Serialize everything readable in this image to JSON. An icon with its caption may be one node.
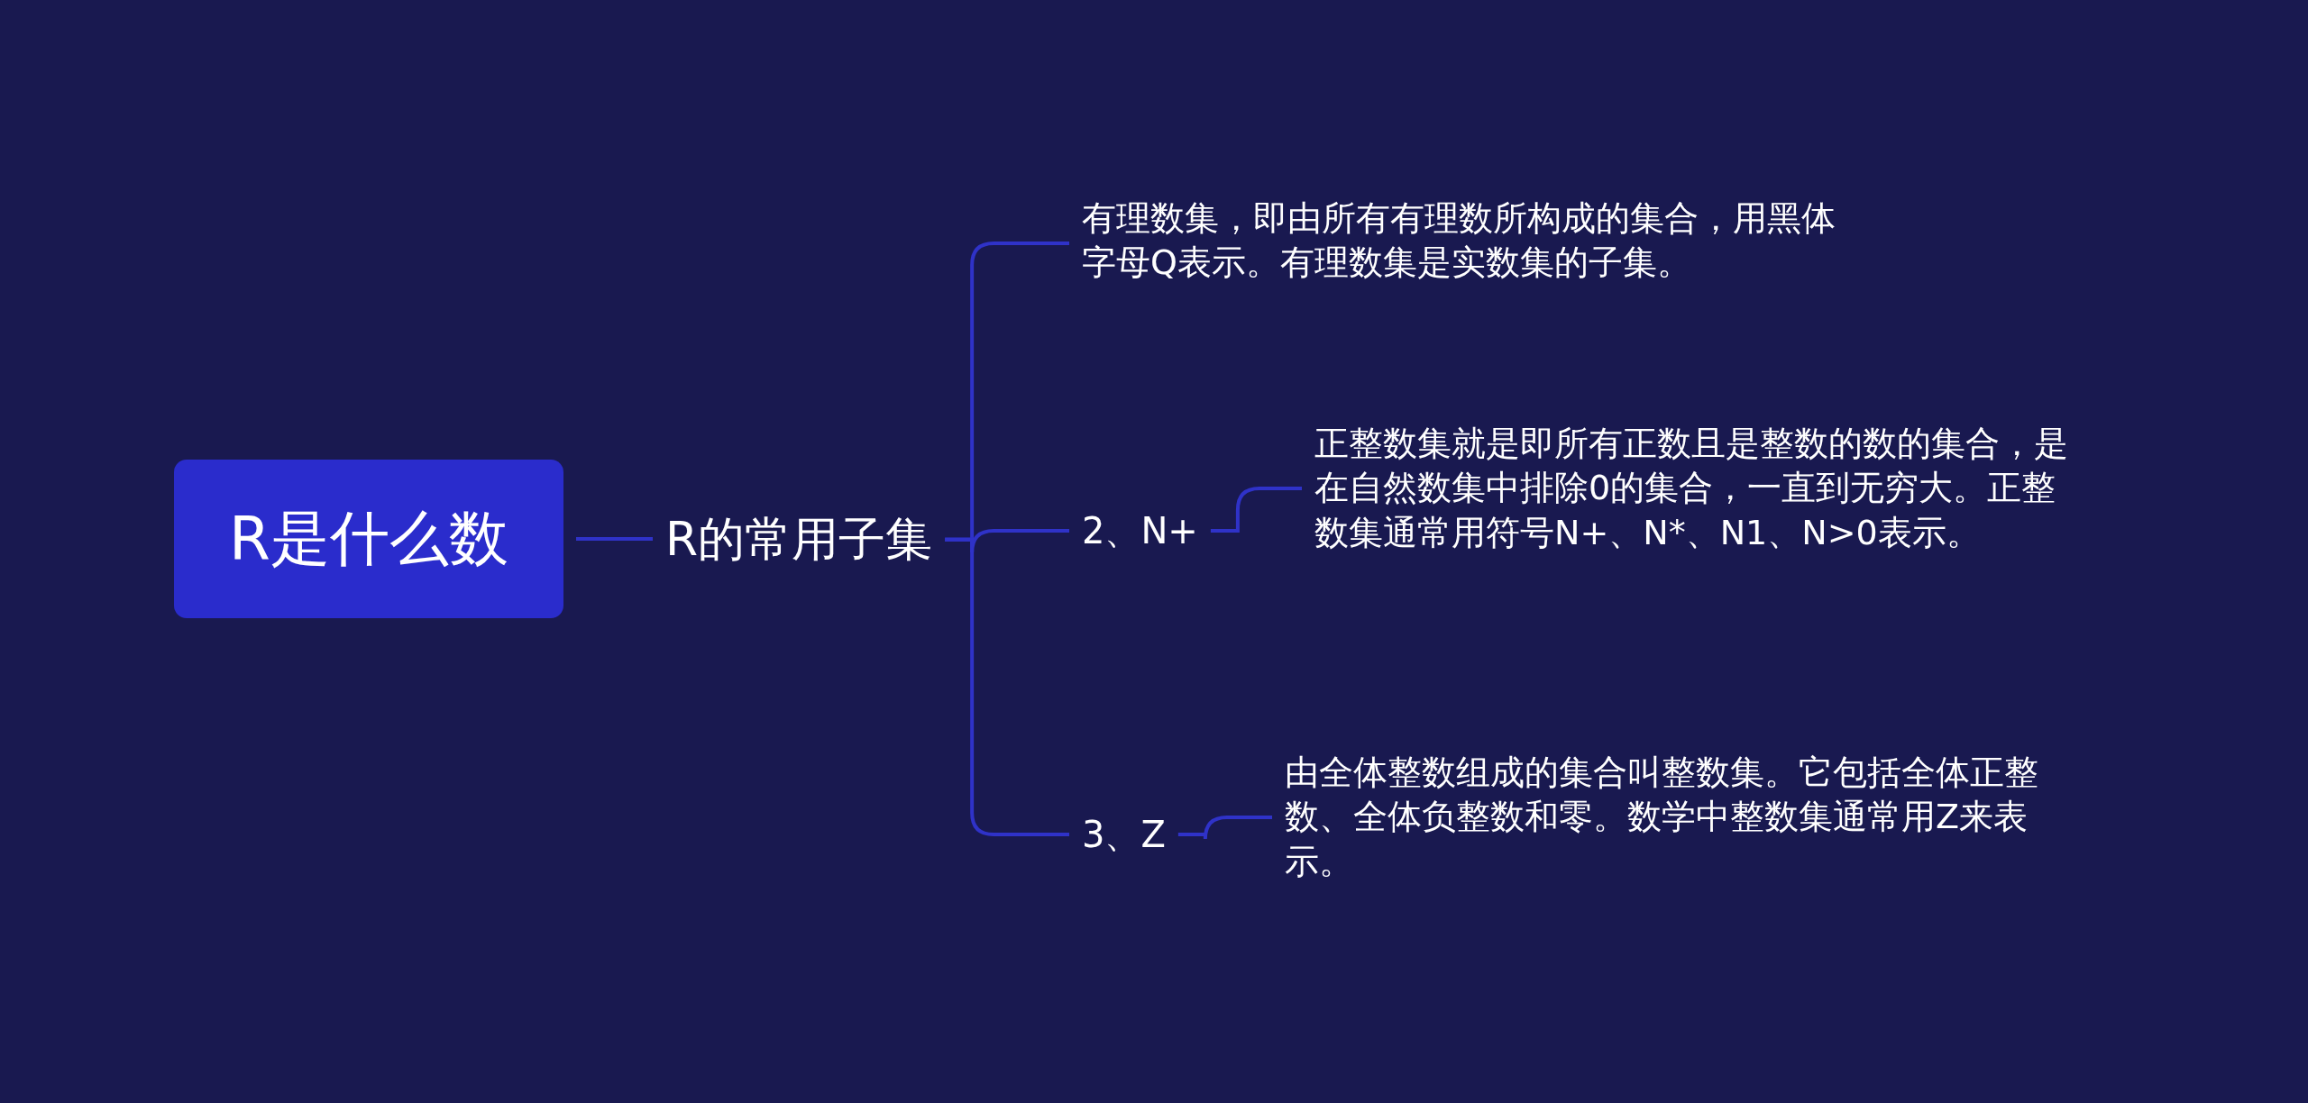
{
  "diagram": {
    "nodes": [
      {
        "text": [
          "R是什么数"
        ]
      },
      {
        "text": [
          "R的常用子集"
        ]
      },
      {
        "text": [
          "有理数集，即由所有有理数所构成的集合，用黑体字母Q表示。有理数集是实数集的子集。"
        ]
      },
      {
        "text": [
          "2、N+"
        ]
      },
      {
        "text": [
          "正整数集就是即所有正数且是整数的数的集合，是在自然数集中排除0的集合，一直到无穷大。正整数集通常用符号N+、N*、N1、N>0表示。"
        ]
      },
      {
        "text": [
          "3、Z"
        ]
      },
      {
        "text": [
          "由全体整数组成的集合叫整数集。它包括全体正整数、全体负整数和零。数学中整数集通常用Z来表示。"
        ]
      }
    ],
    "edges": [
      {
        "from": 0,
        "to": 1,
        "arrow": "none"
      },
      {
        "from": 1,
        "to": 2,
        "arrow": "none"
      },
      {
        "from": 1,
        "to": 3,
        "arrow": "none"
      },
      {
        "from": 1,
        "to": 5,
        "arrow": "none"
      },
      {
        "from": 3,
        "to": 4,
        "arrow": "none"
      },
      {
        "from": 5,
        "to": 6,
        "arrow": "none"
      }
    ]
  }
}
